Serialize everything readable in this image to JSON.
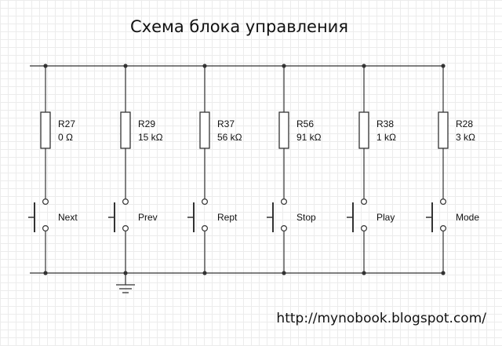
{
  "title": "Схема блока управления",
  "url": "http://mynobook.blogspot.com/",
  "colors": {
    "wire": "#333333",
    "grid": "#ececec"
  },
  "branches": [
    {
      "resistor": "R27",
      "value": "0 Ω",
      "button": "Next"
    },
    {
      "resistor": "R29",
      "value": "15 kΩ",
      "button": "Prev"
    },
    {
      "resistor": "R37",
      "value": "56 kΩ",
      "button": "Rept"
    },
    {
      "resistor": "R56",
      "value": "91 kΩ",
      "button": "Stop"
    },
    {
      "resistor": "R38",
      "value": "1 kΩ",
      "button": "Play"
    },
    {
      "resistor": "R28",
      "value": "3 kΩ",
      "button": "Mode"
    }
  ]
}
